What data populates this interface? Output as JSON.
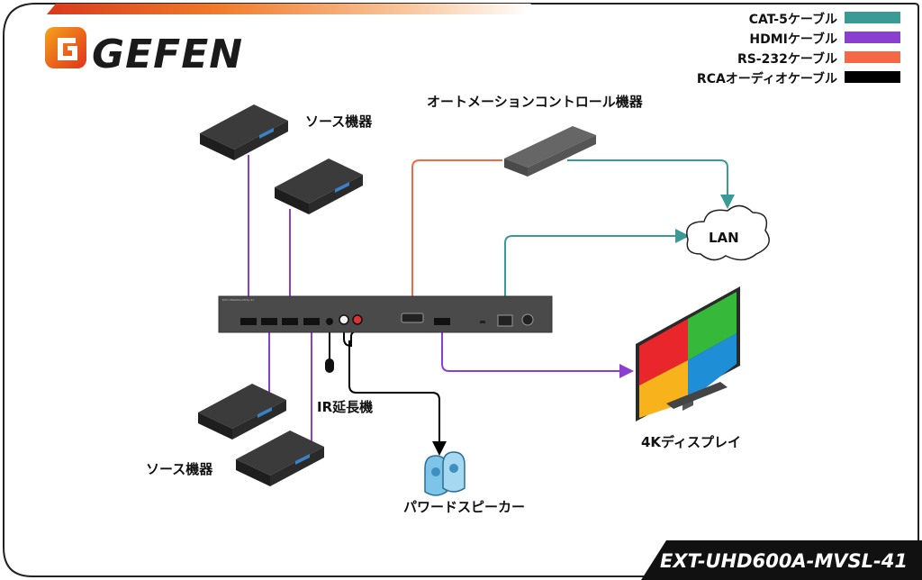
{
  "brand": {
    "logo_text": "GEFEN"
  },
  "model": "EXT-UHD600A-MVSL-41",
  "legend": [
    {
      "label": "CAT-5ケーブル",
      "color": "#3a9a94"
    },
    {
      "label": "HDMIケーブル",
      "color": "#8b3fd0"
    },
    {
      "label": "RS-232ケーブル",
      "color": "#f26a45"
    },
    {
      "label": "RCAオーディオケーブル",
      "color": "#000000"
    }
  ],
  "labels": {
    "source_top": "ソース機器",
    "source_bottom": "ソース機器",
    "automation": "オートメーションコントロール機器",
    "lan": "LAN",
    "ir": "IR延長機",
    "display": "4Kディスプレイ",
    "speaker": "パワードスピーカー"
  },
  "display_colors": [
    "#e8262b",
    "#36b93a",
    "#f7b21c",
    "#1e8fd6"
  ]
}
